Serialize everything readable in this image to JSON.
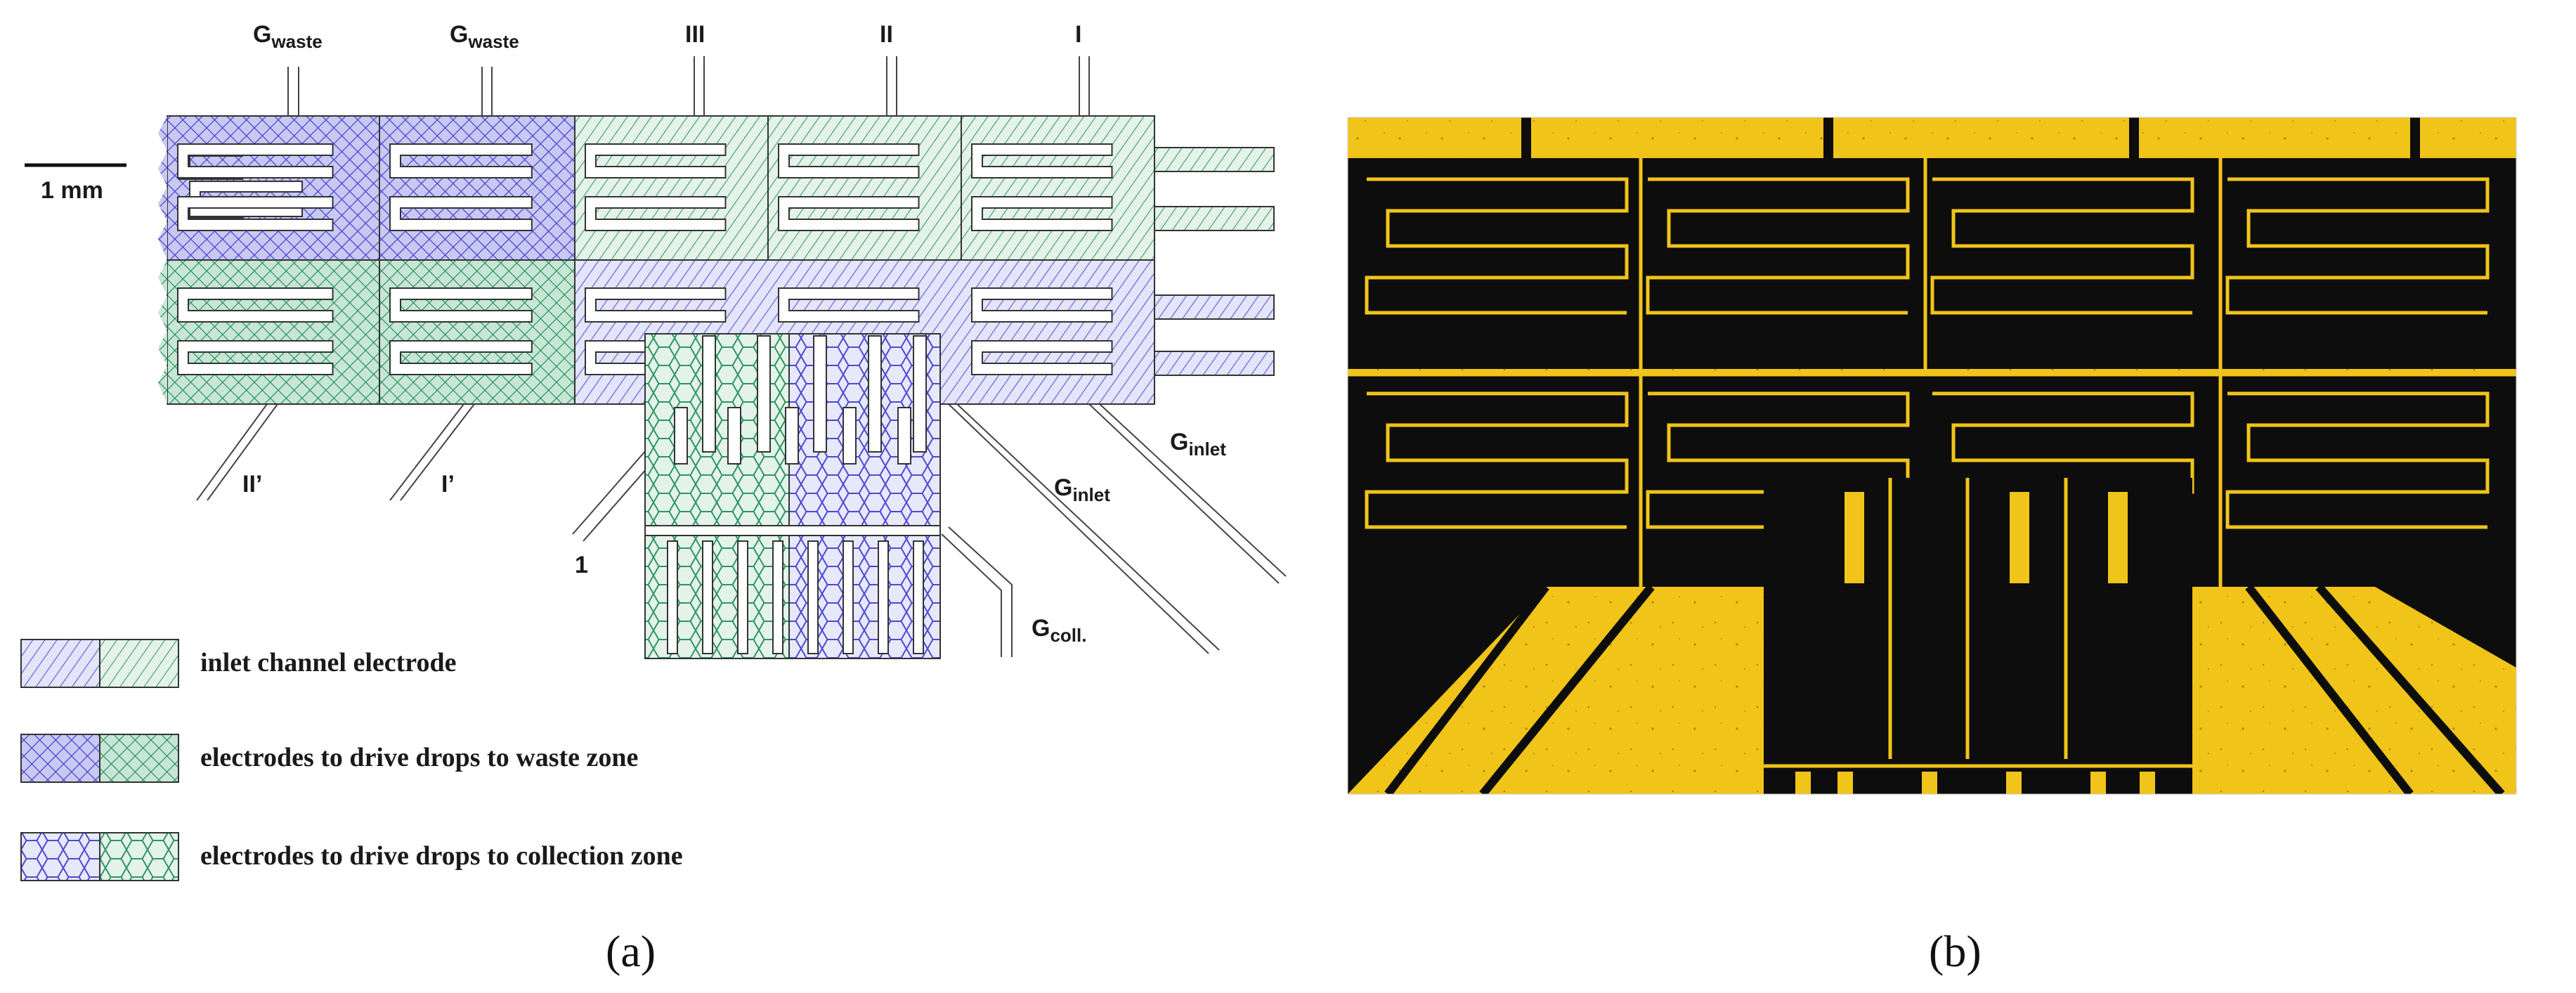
{
  "panel_a": {
    "scale_bar": "1 mm",
    "top_labels": [
      {
        "main": "G",
        "sub": "waste"
      },
      {
        "main": "G",
        "sub": "waste"
      },
      {
        "main": "III",
        "sub": ""
      },
      {
        "main": "II",
        "sub": ""
      },
      {
        "main": "I",
        "sub": ""
      }
    ],
    "side_labels": [
      {
        "main": "II’",
        "sub": ""
      },
      {
        "main": "I’",
        "sub": ""
      },
      {
        "main": "1",
        "sub": ""
      },
      {
        "main": "G",
        "sub": "inlet"
      },
      {
        "main": "G",
        "sub": "inlet"
      },
      {
        "main": "G",
        "sub": "coll."
      }
    ],
    "legend": [
      {
        "text": "inlet channel electrode",
        "pattern": "diagonal"
      },
      {
        "text": "electrodes to drive drops to waste zone",
        "pattern": "crosshatch"
      },
      {
        "text": "electrodes to drive drops to collection zone",
        "pattern": "hexagon"
      }
    ]
  },
  "captions": {
    "a": "(a)",
    "b": "(b)"
  },
  "colors": {
    "blue": "#5a5ad6",
    "green": "#3f9f6f",
    "light_blue_fill": "#dcdcf7",
    "light_green_fill": "#dff0e6",
    "gold": "#f0c419",
    "dark": "#0d0d0d"
  }
}
